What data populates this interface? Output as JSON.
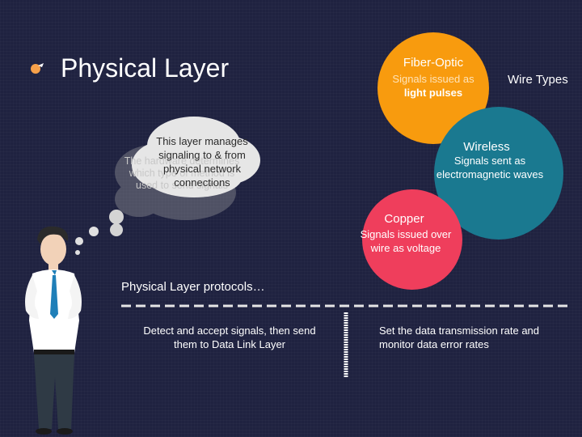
{
  "title": "Physical Layer",
  "thought": {
    "front": "This layer manages signaling to & from physical network connections",
    "back": "The hardware determines which type of method is used to send signals"
  },
  "wire_types": "Wire Types",
  "fiber": {
    "title": "Fiber-Optic",
    "desc_prefix": "Signals issued as",
    "desc_bold": "light pulses",
    "color": "#f89b0e"
  },
  "wireless": {
    "title": "Wireless",
    "desc": "Signals sent as electromagnetic waves",
    "color": "#1a7990"
  },
  "copper": {
    "title": "Copper",
    "desc": "Signals issued over wire as voltage",
    "color": "#ef3e5c"
  },
  "protocols": {
    "title": "Physical Layer protocols…",
    "left": "Detect and accept signals, then send them to Data Link Layer",
    "right": "Set the data transmission rate and monitor data error rates"
  },
  "colors": {
    "background": "#1f2240",
    "accent": "#f7a14a",
    "divider": "#e6e6e6"
  }
}
